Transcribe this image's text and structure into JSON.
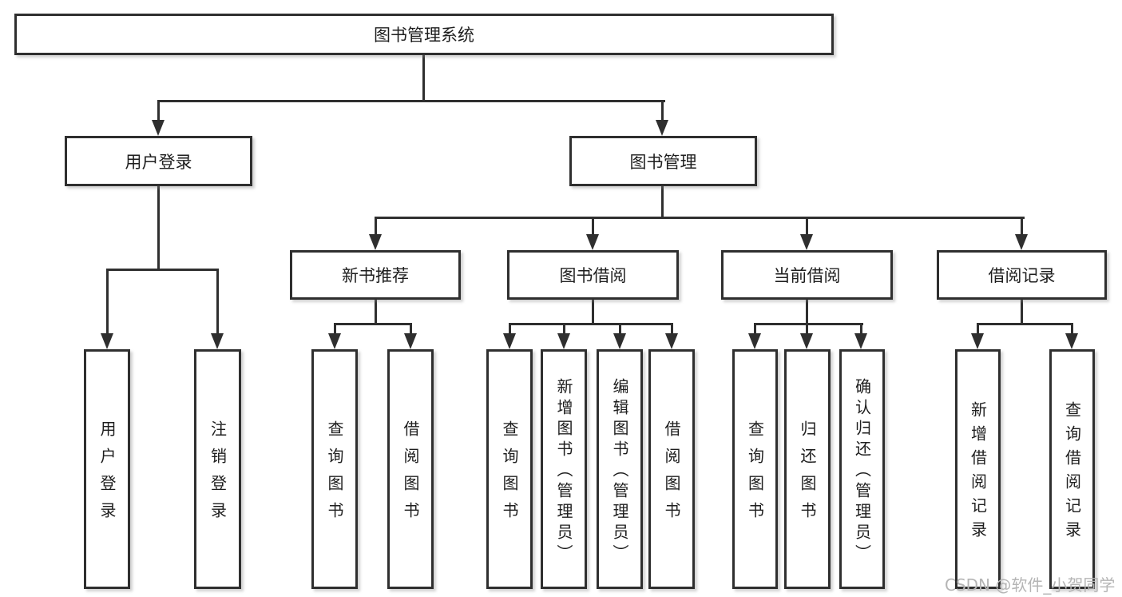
{
  "diagram_type": "hierarchical function-structure tree",
  "colors": {
    "background": "#ffffff",
    "line": "#2f2f2f",
    "text": "#1e1e1e",
    "watermark": "#b5b5b5"
  },
  "tree": {
    "label": "图书管理系统",
    "children": [
      {
        "label": "用户登录",
        "children": [
          {
            "label": "用户登录"
          },
          {
            "label": "注销登录"
          }
        ]
      },
      {
        "label": "图书管理",
        "children": [
          {
            "label": "新书推荐",
            "children": [
              {
                "label": "查询图书"
              },
              {
                "label": "借阅图书"
              }
            ]
          },
          {
            "label": "图书借阅",
            "children": [
              {
                "label": "查询图书"
              },
              {
                "label": "新增图书（管理员）"
              },
              {
                "label": "编辑图书（管理员）"
              },
              {
                "label": "借阅图书"
              }
            ]
          },
          {
            "label": "当前借阅",
            "children": [
              {
                "label": "查询图书"
              },
              {
                "label": "归还图书"
              },
              {
                "label": "确认归还（管理员）"
              }
            ]
          },
          {
            "label": "借阅记录",
            "children": [
              {
                "label": "新增借阅记录"
              },
              {
                "label": "查询借阅记录"
              }
            ]
          }
        ]
      }
    ]
  },
  "watermark": {
    "text": "CSDN @软件_小贺同学"
  }
}
